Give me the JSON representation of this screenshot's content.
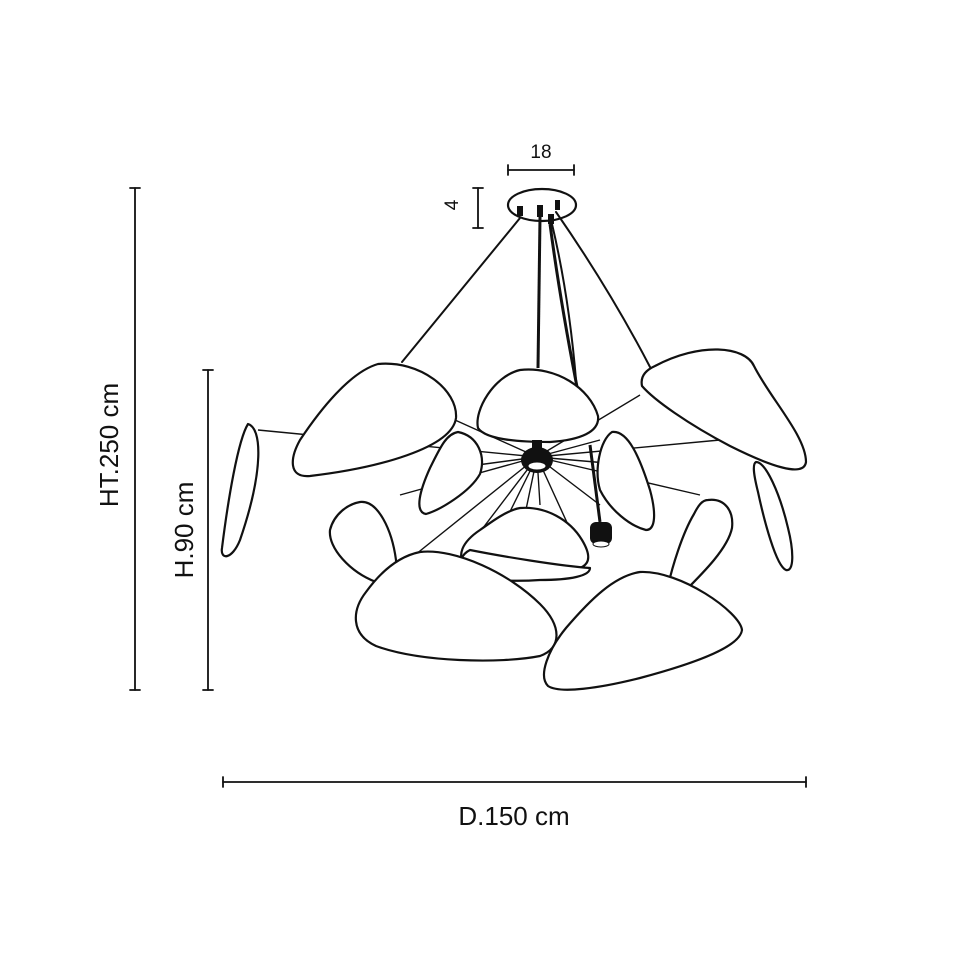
{
  "dimensions": {
    "canopy_width": "18",
    "canopy_height": "4",
    "overall_height": "HT.250 cm",
    "fixture_height": "H.90 cm",
    "diameter": "D.150 cm"
  },
  "colors": {
    "line": "#111111",
    "background": "#ffffff"
  }
}
